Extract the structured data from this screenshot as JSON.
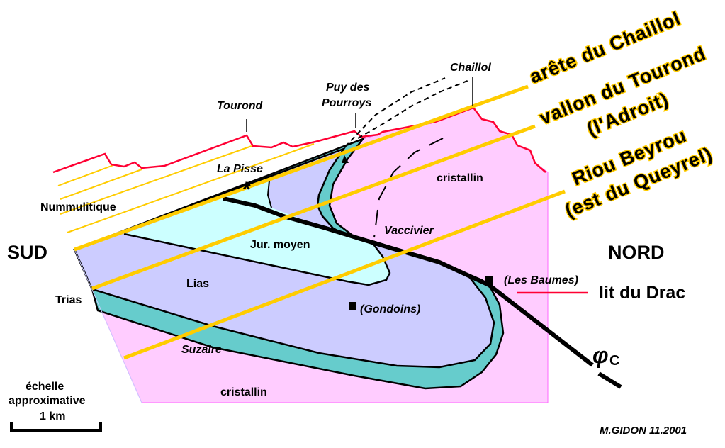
{
  "title_region": {
    "south": "SUD",
    "north": "NORD"
  },
  "summits": {
    "tourond": "Tourond",
    "puy_line1": "Puy des",
    "puy_line2": "Pourroys",
    "chaillol": "Chaillol"
  },
  "places": {
    "la_pisse": "La Pisse",
    "vaccivier": "Vaccivier",
    "les_baumes": "(Les Baumes)",
    "gondoins": "(Gondoins)",
    "suzaire": "Suzaire"
  },
  "formations": {
    "nummulitique": "Nummulitique",
    "jur_moyen": "Jur. moyen",
    "lias": "Lias",
    "trias": "Trias",
    "cristallin_north": "cristallin",
    "cristallin_south": "cristallin"
  },
  "projections": {
    "arete": "arête du Chaillol",
    "vallon_1": "vallon du Tourond",
    "vallon_2": "(l'Adroit)",
    "riou_1": "Riou Beyrou",
    "riou_2": "(est du Queyrel)"
  },
  "legend": {
    "drac": "lit du Drac",
    "fault": "φ",
    "fault_sub": "C"
  },
  "scale": {
    "line1": "échelle",
    "line2": "approximative",
    "distance": "1 km"
  },
  "credit": "M.GIDON  11.2001",
  "colors": {
    "cristallin": "#ffccff",
    "lias": "#ccccff",
    "jur_moyen": "#ccffff",
    "trias": "#66cccc",
    "projection": "#ffcc00",
    "topography": "#ff0033"
  }
}
